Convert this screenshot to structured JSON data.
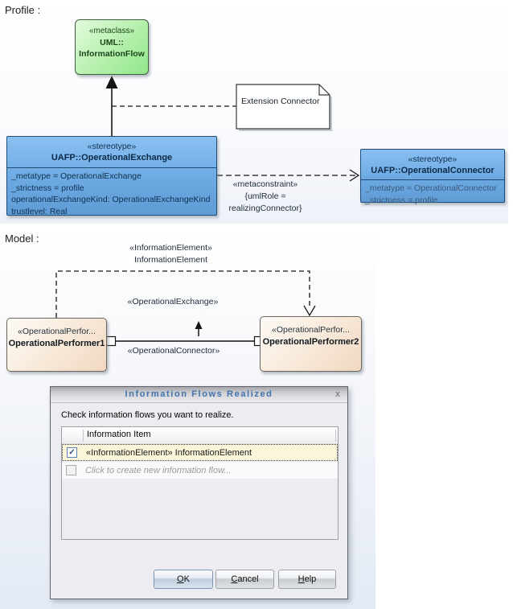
{
  "profile": {
    "section_label": "Profile :",
    "metaclass_box": {
      "stereotype": "«metaclass»",
      "name_line1": "UML::",
      "name_line2": "InformationFlow"
    },
    "note_text": "Extension Connector",
    "exchange_box": {
      "stereotype": "«stereotype»",
      "name": "UAFP::OperationalExchange",
      "attributes": [
        "_metatype = OperationalExchange",
        "_strictness = profile",
        "operationalExchangeKind: OperationalExchangeKind",
        "trustlevel: Real"
      ]
    },
    "connector_box": {
      "stereotype": "«stereotype»",
      "name": "UAFP::OperationalConnector",
      "attributes": [
        "_metatype = OperationalConnector",
        "_strictness = profile"
      ]
    },
    "metaconstraint_label": {
      "line1": "«metaconstraint»",
      "line2": "{umlRole =",
      "line3": "realizingConnector}"
    }
  },
  "model": {
    "section_label": "Model :",
    "flow_label": {
      "line1": "«InformationElement»",
      "line2": "InformationElement"
    },
    "exchange_label": "«OperationalExchange»",
    "connector_label": "«OperationalConnector»",
    "performer1": {
      "stereotype": "«OperationalPerfor...",
      "name": "OperationalPerformer1"
    },
    "performer2": {
      "stereotype": "«OperationalPerfor...",
      "name": "OperationalPerformer2"
    }
  },
  "dialog": {
    "title": "Information Flows Realized",
    "close_glyph": "x",
    "instruction": "Check information flows you want to realize.",
    "list": {
      "header": "Information Item",
      "rows": [
        {
          "checked": true,
          "check_glyph": "✓",
          "label": "«InformationElement» InformationElement"
        },
        {
          "checked": false,
          "check_glyph": "",
          "label": "Click to create new information flow..."
        }
      ]
    },
    "buttons": {
      "ok": {
        "mnemonic": "O",
        "rest": "K"
      },
      "cancel": {
        "mnemonic": "C",
        "rest": "ancel"
      },
      "help": {
        "mnemonic": "H",
        "rest": "elp"
      }
    }
  },
  "colors": {
    "accent_title_blue": "#4273ac",
    "metaclass_fill": "#a9ec9f",
    "stereotype_fill": "#6ca9e2",
    "performer_fill": "#f7e3cf",
    "row_highlight": "#fbf6d9"
  }
}
